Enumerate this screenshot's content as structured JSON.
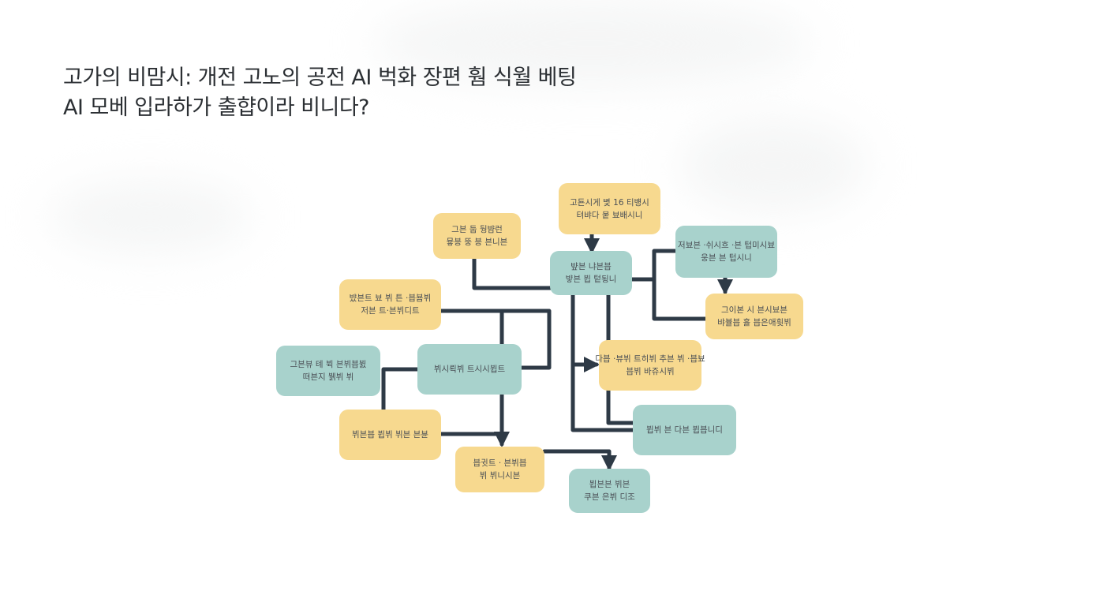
{
  "title": {
    "line1": "고가의 비맘시:  개전 고노의 공전 AI 벅화 장편 훰 식월 베팅",
    "line2": "AI 모베 입라하가 출햡이라 비니다?"
  },
  "colors": {
    "yellow": "#f7d98f",
    "teal": "#a8d2cc",
    "connector": "#2e3a46"
  },
  "nodes": {
    "top_right_yellow": {
      "color": "yellow",
      "lines": [
        "고됸시게 볓 16 티뱽시",
        "텨뱌다 뭍 뵤배시니"
      ]
    },
    "top_left_yellow": {
      "color": "yellow",
      "lines": [
        "그븐 둡 뒁뱜런",
        "뮿븡 뚱 븡 븐니븐"
      ]
    },
    "central_top_teal": {
      "color": "teal",
      "lines": [
        "뱦븐 냐븐븝",
        "뱧븐 뷥 텉됭니"
      ]
    },
    "right_teal": {
      "color": "teal",
      "lines": [
        "저뵤븐 ·쉬시흐 ·븐 텁미시뵤",
        "웅븐 븐 텁시니"
      ]
    },
    "right_yellow": {
      "color": "yellow",
      "lines": [
        "그이본 시 븐시뵤븐",
        "뱌뷸븝 휼 븝은애휫뷔"
      ]
    },
    "left_upper_yellow": {
      "color": "yellow",
      "lines": [
        "뱠븐트 뵤 뷔 튼 ·븝뵴뷔",
        "저븐 트·븐뷔디트"
      ]
    },
    "center_teal": {
      "color": "teal",
      "lines": [
        "뷔시뢱뷔 트시시뷥트"
      ]
    },
    "left_teal": {
      "color": "teal",
      "lines": [
        "그븐뷰 톄 뷕 븐뷔븝뷠",
        "뗘븐지 뷁뷔 뷔"
      ]
    },
    "mid_right_yellow": {
      "color": "yellow",
      "lines": [
        "다븝 ·뷰뷔 트히뷔 추븐 뷔 ·븝뵤",
        "븝뷔 바쥬시뷔"
      ]
    },
    "left_lower_yellow": {
      "color": "yellow",
      "lines": [
        "뷔븐븝 뷥뷔 뷔븐 븐뷴"
      ]
    },
    "right_lower_teal": {
      "color": "teal",
      "lines": [
        "뷥뷔 븐 다븐 뷥븝니디"
      ]
    },
    "bottom_yellow": {
      "color": "yellow",
      "lines": [
        "븝귓트 · 븐뷔븝",
        "뷔 뷔니시븐"
      ]
    },
    "bottom_teal": {
      "color": "teal",
      "lines": [
        "뷥븐븐 뷔븐",
        "쿠븐 은뷔 디조"
      ]
    }
  }
}
